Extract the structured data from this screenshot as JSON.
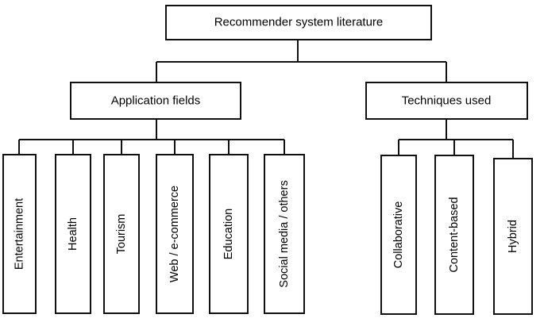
{
  "root": {
    "label": "Recommender system literature"
  },
  "branches": [
    {
      "label": "Application fields",
      "children": [
        "Entertainment",
        "Health",
        "Tourism",
        "Web / e-commerce",
        "Education",
        "Social media / others"
      ]
    },
    {
      "label": "Techniques used",
      "children": [
        "Collaborative",
        "Content-based",
        "Hybrid"
      ]
    }
  ],
  "colors": {
    "line": "#111111",
    "box_fill": "#ffffff",
    "text": "#000000"
  }
}
